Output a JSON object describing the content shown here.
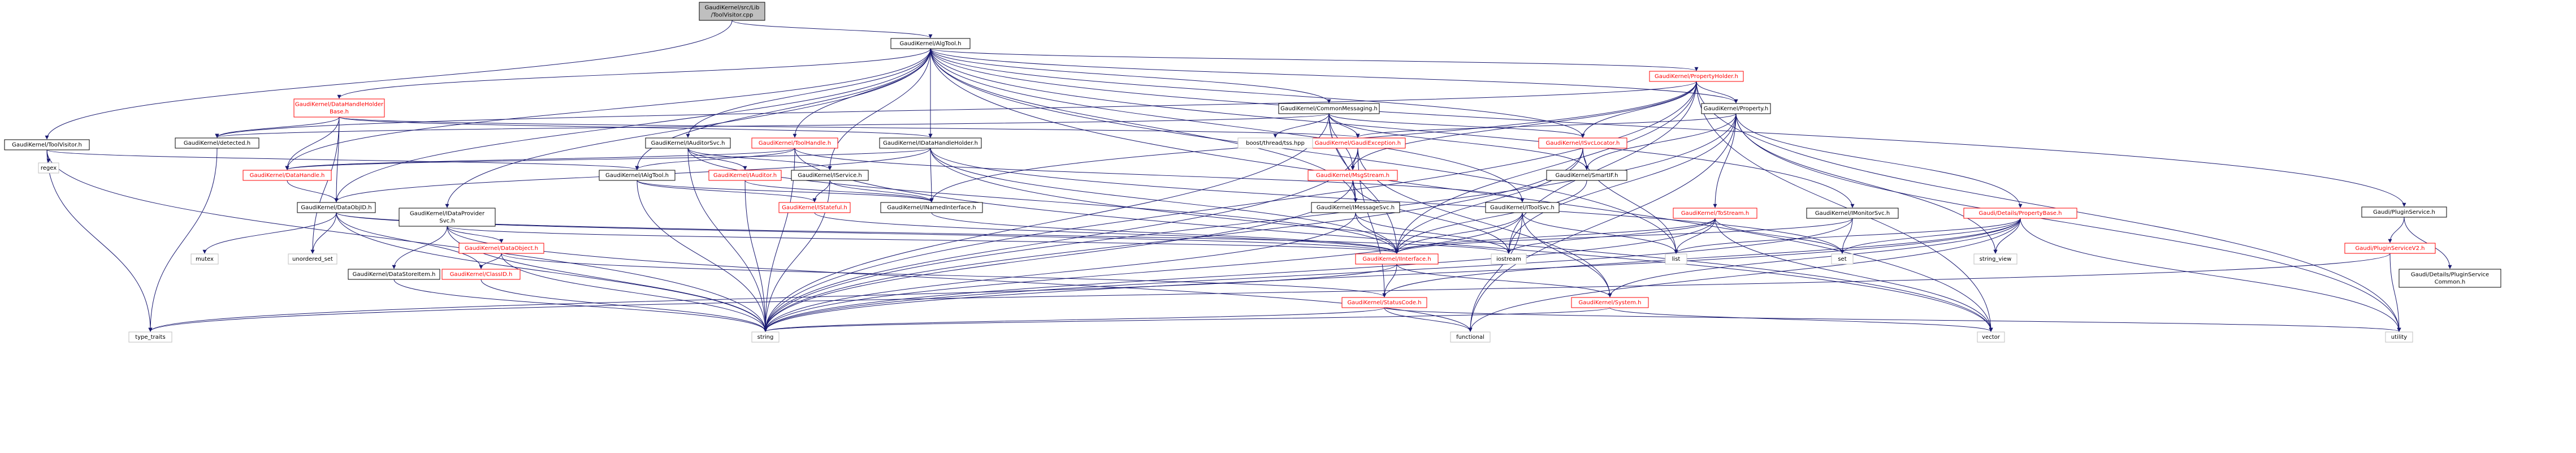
{
  "graph": {
    "nodes": [
      {
        "id": "root",
        "lines": [
          "GaudiKernel/src/Lib",
          "/ToolVisitor.cpp"
        ],
        "style": "hi",
        "link": false
      },
      {
        "id": "algtool",
        "lines": [
          "GaudiKernel/AlgTool.h"
        ],
        "style": "n",
        "link": true
      },
      {
        "id": "toolvisitor_h",
        "lines": [
          "GaudiKernel/ToolVisitor.h"
        ],
        "style": "n",
        "link": true
      },
      {
        "id": "propertyholder",
        "lines": [
          "GaudiKernel/PropertyHolder.h"
        ],
        "style": "r",
        "link": true
      },
      {
        "id": "commonmessaging",
        "lines": [
          "GaudiKernel/CommonMessaging.h"
        ],
        "style": "n",
        "link": true
      },
      {
        "id": "property",
        "lines": [
          "GaudiKernel/Property.h"
        ],
        "style": "n",
        "link": true
      },
      {
        "id": "datahandleholderbase",
        "lines": [
          "GaudiKernel/DataHandleHolder",
          "Base.h"
        ],
        "style": "r",
        "link": true
      },
      {
        "id": "datahandleholder",
        "lines": [
          "GaudiKernel/IDataHandleHolder.h"
        ],
        "style": "n",
        "link": true
      },
      {
        "id": "auditorsvc",
        "lines": [
          "GaudiKernel/IAuditorSvc.h"
        ],
        "style": "n",
        "link": true
      },
      {
        "id": "toolhandle",
        "lines": [
          "GaudiKernel/ToolHandle.h"
        ],
        "style": "r",
        "link": true
      },
      {
        "id": "gaudiexception",
        "lines": [
          "GaudiKernel/GaudiException.h"
        ],
        "style": "r",
        "link": true
      },
      {
        "id": "isvclocator",
        "lines": [
          "GaudiKernel/ISvcLocator.h"
        ],
        "style": "r",
        "link": true
      },
      {
        "id": "idetected",
        "lines": [
          "GaudiKernel/detected.h"
        ],
        "style": "n",
        "link": true
      },
      {
        "id": "boostthread",
        "lines": [
          "boost/thread/tss.hpp"
        ],
        "style": "g",
        "link": false
      },
      {
        "id": "regex",
        "lines": [
          "regex"
        ],
        "style": "g",
        "link": false
      },
      {
        "id": "datahandle",
        "lines": [
          "GaudiKernel/DataHandle.h"
        ],
        "style": "r",
        "link": true
      },
      {
        "id": "ialgtool",
        "lines": [
          "GaudiKernel/IAlgTool.h"
        ],
        "style": "n",
        "link": true
      },
      {
        "id": "iauditor",
        "lines": [
          "GaudiKernel/IAuditor.h"
        ],
        "style": "r",
        "link": true
      },
      {
        "id": "iservice",
        "lines": [
          "GaudiKernel/IService.h"
        ],
        "style": "n",
        "link": true
      },
      {
        "id": "msgstream",
        "lines": [
          "GaudiKernel/MsgStream.h"
        ],
        "style": "r",
        "link": true
      },
      {
        "id": "smartif",
        "lines": [
          "GaudiKernel/SmartIF.h"
        ],
        "style": "n",
        "link": true
      },
      {
        "id": "plugin_svc",
        "lines": [
          "Gaudi/PluginService.h"
        ],
        "style": "n",
        "link": true
      },
      {
        "id": "dataobjid",
        "lines": [
          "GaudiKernel/DataObjID.h"
        ],
        "style": "n",
        "link": true
      },
      {
        "id": "idataprovidersvc",
        "lines": [
          "GaudiKernel/IDataProvider",
          "Svc.h"
        ],
        "style": "n",
        "link": true
      },
      {
        "id": "istateful",
        "lines": [
          "GaudiKernel/IStateful.h"
        ],
        "style": "r",
        "link": true
      },
      {
        "id": "inamedinterface",
        "lines": [
          "GaudiKernel/INamedInterface.h"
        ],
        "style": "n",
        "link": true
      },
      {
        "id": "imessagesvc",
        "lines": [
          "GaudiKernel/IMessageSvc.h"
        ],
        "style": "n",
        "link": true
      },
      {
        "id": "itoolsvc",
        "lines": [
          "GaudiKernel/IToolSvc.h"
        ],
        "style": "n",
        "link": true
      },
      {
        "id": "itsstream",
        "lines": [
          "GaudiKernel/ToStream.h"
        ],
        "style": "r",
        "link": true
      },
      {
        "id": "imonitorsvc",
        "lines": [
          "GaudiKernel/IMonitorSvc.h"
        ],
        "style": "n",
        "link": true
      },
      {
        "id": "propertybase",
        "lines": [
          "Gaudi/Details/PropertyBase.h"
        ],
        "style": "r",
        "link": true
      },
      {
        "id": "pluginservicev2",
        "lines": [
          "Gaudi/PluginServiceV2.h"
        ],
        "style": "r",
        "link": true
      },
      {
        "id": "pluginservicecommon",
        "lines": [
          "Gaudi/Details/PluginService",
          "Common.h"
        ],
        "style": "n",
        "link": true
      },
      {
        "id": "dataobject",
        "lines": [
          "GaudiKernel/DataObject.h"
        ],
        "style": "r",
        "link": true
      },
      {
        "id": "datastoreitem",
        "lines": [
          "GaudiKernel/DataStoreItem.h"
        ],
        "style": "n",
        "link": true
      },
      {
        "id": "classid",
        "lines": [
          "GaudiKernel/ClassID.h"
        ],
        "style": "r",
        "link": true
      },
      {
        "id": "iinterface",
        "lines": [
          "GaudiKernel/IInterface.h"
        ],
        "style": "r",
        "link": true
      },
      {
        "id": "statuscode",
        "lines": [
          "GaudiKernel/StatusCode.h"
        ],
        "style": "r",
        "link": true
      },
      {
        "id": "system",
        "lines": [
          "GaudiKernel/System.h"
        ],
        "style": "r",
        "link": true
      },
      {
        "id": "mutex",
        "lines": [
          "mutex"
        ],
        "style": "g",
        "link": false
      },
      {
        "id": "unordered_set",
        "lines": [
          "unordered_set"
        ],
        "style": "g",
        "link": false
      },
      {
        "id": "iostream",
        "lines": [
          "iostream"
        ],
        "style": "g",
        "link": false
      },
      {
        "id": "list",
        "lines": [
          "list"
        ],
        "style": "g",
        "link": false
      },
      {
        "id": "set",
        "lines": [
          "set"
        ],
        "style": "g",
        "link": false
      },
      {
        "id": "string_view",
        "lines": [
          "string_view"
        ],
        "style": "g",
        "link": false
      },
      {
        "id": "type_traits",
        "lines": [
          "type_traits"
        ],
        "style": "g",
        "link": false
      },
      {
        "id": "string",
        "lines": [
          "string"
        ],
        "style": "g",
        "link": false
      },
      {
        "id": "functional",
        "lines": [
          "functional"
        ],
        "style": "g",
        "link": false
      },
      {
        "id": "vector",
        "lines": [
          "vector"
        ],
        "style": "g",
        "link": false
      },
      {
        "id": "utility",
        "lines": [
          "utility"
        ],
        "style": "g",
        "link": false
      }
    ],
    "edges": [
      [
        "root",
        "algtool"
      ],
      [
        "root",
        "toolvisitor_h"
      ],
      [
        "toolvisitor_h",
        "regex"
      ],
      [
        "toolvisitor_h",
        "type_traits"
      ],
      [
        "toolvisitor_h",
        "ialgtool"
      ],
      [
        "toolvisitor_h",
        "string"
      ],
      [
        "algtool",
        "propertyholder"
      ],
      [
        "algtool",
        "commonmessaging"
      ],
      [
        "algtool",
        "property"
      ],
      [
        "algtool",
        "datahandleholderbase"
      ],
      [
        "algtool",
        "datahandleholder"
      ],
      [
        "algtool",
        "auditorsvc"
      ],
      [
        "algtool",
        "toolhandle"
      ],
      [
        "algtool",
        "isvclocator"
      ],
      [
        "algtool",
        "ialgtool"
      ],
      [
        "algtool",
        "iservice"
      ],
      [
        "algtool",
        "idataprovidersvc"
      ],
      [
        "algtool",
        "itoolsvc"
      ],
      [
        "algtool",
        "imonitorsvc"
      ],
      [
        "algtool",
        "plugin_svc"
      ],
      [
        "algtool",
        "list"
      ],
      [
        "algtool",
        "vector"
      ],
      [
        "algtool",
        "datahandle"
      ],
      [
        "algtool",
        "dataobjid"
      ],
      [
        "algtool",
        "imessagesvc"
      ],
      [
        "propertyholder",
        "property"
      ],
      [
        "propertyholder",
        "isvclocator"
      ],
      [
        "propertyholder",
        "idetected"
      ],
      [
        "propertyholder",
        "msgstream"
      ],
      [
        "propertyholder",
        "iinterface"
      ],
      [
        "propertyholder",
        "inamedinterface"
      ],
      [
        "propertyholder",
        "string"
      ],
      [
        "propertyholder",
        "vector"
      ],
      [
        "propertyholder",
        "iostream"
      ],
      [
        "propertyholder",
        "utility"
      ],
      [
        "commonmessaging",
        "gaudiexception"
      ],
      [
        "commonmessaging",
        "boostthread"
      ],
      [
        "commonmessaging",
        "imessagesvc"
      ],
      [
        "commonmessaging",
        "isvclocator"
      ],
      [
        "commonmessaging",
        "msgstream"
      ],
      [
        "commonmessaging",
        "smartif"
      ],
      [
        "commonmessaging",
        "iinterface"
      ],
      [
        "commonmessaging",
        "string"
      ],
      [
        "commonmessaging",
        "idetected"
      ],
      [
        "property",
        "propertybase"
      ],
      [
        "property",
        "gaudiexception"
      ],
      [
        "property",
        "itsstream"
      ],
      [
        "property",
        "smartif"
      ],
      [
        "property",
        "string"
      ],
      [
        "property",
        "iostream"
      ],
      [
        "property",
        "functional"
      ],
      [
        "property",
        "utility"
      ],
      [
        "property",
        "string_view"
      ],
      [
        "datahandleholderbase",
        "idetected"
      ],
      [
        "datahandleholderbase",
        "datahandle"
      ],
      [
        "datahandleholderbase",
        "datahandleholder"
      ],
      [
        "datahandleholderbase",
        "gaudiexception"
      ],
      [
        "datahandleholderbase",
        "dataobjid"
      ],
      [
        "datahandleholderbase",
        "unordered_set"
      ],
      [
        "datahandleholder",
        "iinterface"
      ],
      [
        "datahandleholder",
        "inamedinterface"
      ],
      [
        "datahandleholder",
        "dataobjid"
      ],
      [
        "datahandleholder",
        "vector"
      ],
      [
        "datahandleholder",
        "datahandle"
      ],
      [
        "datahandleholder",
        "set"
      ],
      [
        "auditorsvc",
        "iservice"
      ],
      [
        "auditorsvc",
        "iauditor"
      ],
      [
        "auditorsvc",
        "string"
      ],
      [
        "auditorsvc",
        "iinterface"
      ],
      [
        "toolhandle",
        "ialgtool"
      ],
      [
        "toolhandle",
        "datahandle"
      ],
      [
        "toolhandle",
        "itoolsvc"
      ],
      [
        "toolhandle",
        "string"
      ],
      [
        "toolhandle",
        "vector"
      ],
      [
        "gaudiexception",
        "msgstream"
      ],
      [
        "gaudiexception",
        "statuscode"
      ],
      [
        "gaudiexception",
        "system"
      ],
      [
        "gaudiexception",
        "string"
      ],
      [
        "isvclocator",
        "smartif"
      ],
      [
        "isvclocator",
        "iinterface"
      ],
      [
        "isvclocator",
        "list"
      ],
      [
        "isvclocator",
        "string"
      ],
      [
        "idetected",
        "type_traits"
      ],
      [
        "datahandle",
        "dataobjid"
      ],
      [
        "ialgtool",
        "inamedinterface"
      ],
      [
        "ialgtool",
        "istateful"
      ],
      [
        "ialgtool",
        "string"
      ],
      [
        "iauditor",
        "inamedinterface"
      ],
      [
        "iauditor",
        "string"
      ],
      [
        "iservice",
        "inamedinterface"
      ],
      [
        "iservice",
        "istateful"
      ],
      [
        "iservice",
        "string"
      ],
      [
        "msgstream",
        "imessagesvc"
      ],
      [
        "msgstream",
        "string"
      ],
      [
        "msgstream",
        "iostream"
      ],
      [
        "smartif",
        "iinterface"
      ],
      [
        "plugin_svc",
        "pluginservicev2"
      ],
      [
        "plugin_svc",
        "pluginservicecommon"
      ],
      [
        "dataobjid",
        "iinterface"
      ],
      [
        "dataobjid",
        "classid"
      ],
      [
        "dataobjid",
        "mutex"
      ],
      [
        "dataobjid",
        "unordered_set"
      ],
      [
        "dataobjid",
        "string"
      ],
      [
        "dataobjid",
        "iostream"
      ],
      [
        "idataprovidersvc",
        "dataobject"
      ],
      [
        "idataprovidersvc",
        "datastoreitem"
      ],
      [
        "idataprovidersvc",
        "iinterface"
      ],
      [
        "idataprovidersvc",
        "string"
      ],
      [
        "idataprovidersvc",
        "functional"
      ],
      [
        "istateful",
        "iinterface"
      ],
      [
        "inamedinterface",
        "iinterface"
      ],
      [
        "imessagesvc",
        "iinterface"
      ],
      [
        "imessagesvc",
        "string"
      ],
      [
        "imessagesvc",
        "iostream"
      ],
      [
        "itoolsvc",
        "iinterface"
      ],
      [
        "itoolsvc",
        "system"
      ],
      [
        "itoolsvc",
        "list"
      ],
      [
        "itoolsvc",
        "string"
      ],
      [
        "itoolsvc",
        "functional"
      ],
      [
        "itsstream",
        "iostream"
      ],
      [
        "itsstream",
        "list"
      ],
      [
        "itsstream",
        "set"
      ],
      [
        "itsstream",
        "string"
      ],
      [
        "itsstream",
        "vector"
      ],
      [
        "itsstream",
        "iinterface"
      ],
      [
        "imonitorsvc",
        "iinterface"
      ],
      [
        "imonitorsvc",
        "set"
      ],
      [
        "imonitorsvc",
        "string"
      ],
      [
        "propertybase",
        "statuscode"
      ],
      [
        "propertybase",
        "string"
      ],
      [
        "propertybase",
        "string_view"
      ],
      [
        "propertybase",
        "set"
      ],
      [
        "propertybase",
        "list"
      ],
      [
        "propertybase",
        "utility"
      ],
      [
        "propertybase",
        "functional"
      ],
      [
        "propertybase",
        "system"
      ],
      [
        "pluginservicev2",
        "utility"
      ],
      [
        "pluginservicev2",
        "type_traits"
      ],
      [
        "dataobject",
        "classid"
      ],
      [
        "dataobject",
        "statuscode"
      ],
      [
        "dataobject",
        "string"
      ],
      [
        "datastoreitem",
        "string"
      ],
      [
        "classid",
        "string"
      ],
      [
        "iinterface",
        "statuscode"
      ],
      [
        "iinterface",
        "system"
      ],
      [
        "iinterface",
        "type_traits"
      ],
      [
        "statuscode",
        "string"
      ],
      [
        "statuscode",
        "functional"
      ],
      [
        "statuscode",
        "utility"
      ],
      [
        "system",
        "string"
      ],
      [
        "system",
        "vector"
      ]
    ]
  }
}
